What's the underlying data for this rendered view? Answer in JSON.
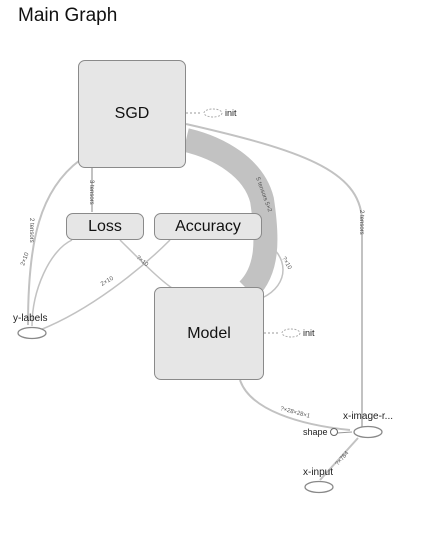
{
  "header": {
    "title": "Main Graph"
  },
  "nodes": {
    "sgd": "SGD",
    "loss": "Loss",
    "accuracy": "Accuracy",
    "model": "Model",
    "y_labels": "y-labels",
    "x_image": "x-image-r...",
    "shape": "shape",
    "x_input": "x-input",
    "sgd_init": "init",
    "model_init": "init"
  },
  "edges": {
    "sgd_to_ylabels": "2 tensors",
    "sgd_to_loss": "3 tensors",
    "model_to_sgd": "5 tensors 5×2",
    "sgd_to_ximage": "2 tensors",
    "ylabels_to_loss": "2×10",
    "ylabels_to_accuracy": "2×10",
    "loss_to_model": "?×10",
    "accuracy_to_model": "?×10",
    "ximage_to_model": "?×28×28×1",
    "xinput_to_ximage": "?×784"
  },
  "colors": {
    "node_fill": "#e6e6e6",
    "node_border": "#8a8a8a",
    "edge": "#bdbdbd"
  }
}
